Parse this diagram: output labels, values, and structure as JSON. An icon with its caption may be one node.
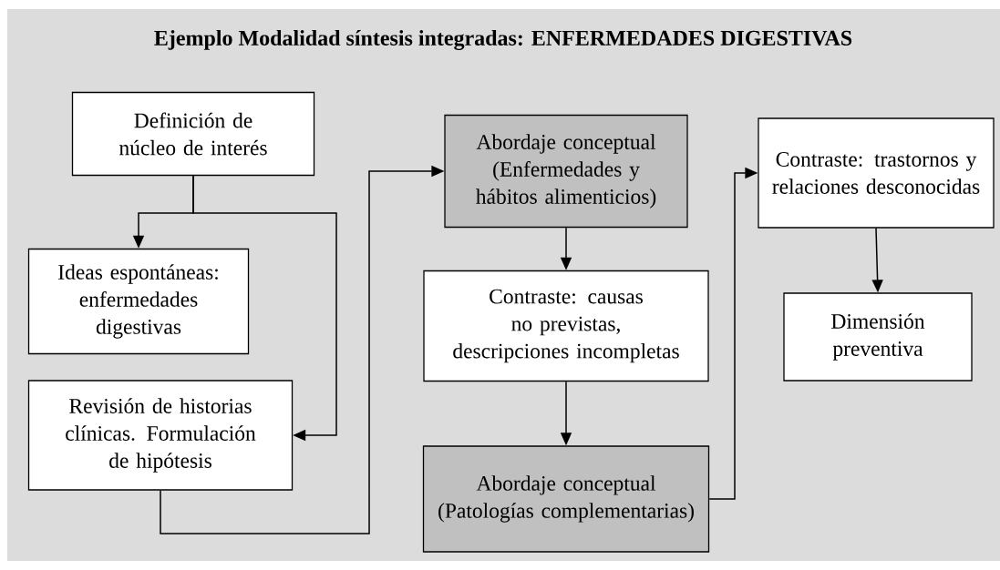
{
  "diagram": {
    "title": "Ejemplo Modalidad síntesis integradas: ENFERMEDADES DIGESTIVAS",
    "nodes": [
      {
        "text": [
          "Definición de núcleo de interés"
        ]
      },
      {
        "text": [
          "Ideas espontáneas: enfermedades digestivas"
        ]
      },
      {
        "text": [
          "Revisión de historias clínicas. Formulación de hipótesis"
        ]
      },
      {
        "text": [
          "Abordaje conceptual (Enfermedades y hábitos alimenticios)"
        ]
      },
      {
        "text": [
          "Contraste: causas no previstas, descripciones incompletas"
        ]
      },
      {
        "text": [
          "Abordaje conceptual (Patologías complementarias)"
        ]
      },
      {
        "text": [
          "Contraste: trastornos y relaciones desconocidas"
        ]
      },
      {
        "text": [
          "Dimensión preventiva"
        ]
      }
    ],
    "edges": [
      {
        "from": 0,
        "to": 1,
        "arrow": "to"
      },
      {
        "from": 0,
        "to": 2,
        "arrow": "to"
      },
      {
        "from": 2,
        "to": 3,
        "arrow": "to"
      },
      {
        "from": 3,
        "to": 4,
        "arrow": "to"
      },
      {
        "from": 4,
        "to": 5,
        "arrow": "to"
      },
      {
        "from": 5,
        "to": 6,
        "arrow": "to"
      },
      {
        "from": 6,
        "to": 7,
        "arrow": "to"
      }
    ]
  }
}
